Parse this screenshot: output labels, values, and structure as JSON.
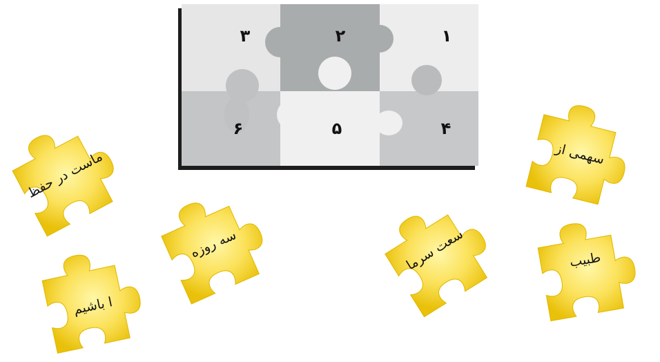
{
  "board": {
    "slots": [
      "۱",
      "۲",
      "۳",
      "۴",
      "۵",
      "۶"
    ]
  },
  "pieces": [
    {
      "label": "ماست در حفظ"
    },
    {
      "label": "سه روزه"
    },
    {
      "label": "ا باشیم"
    },
    {
      "label": "سهمی از"
    },
    {
      "label": "سعت سرما"
    },
    {
      "label": "طبیب"
    }
  ],
  "colors": {
    "piece": "#f3d21a",
    "piece_highlight": "#fff7a8",
    "board_dark": "#a6a9aa",
    "board_mid": "#c7c9ca",
    "board_light": "#ececec"
  }
}
